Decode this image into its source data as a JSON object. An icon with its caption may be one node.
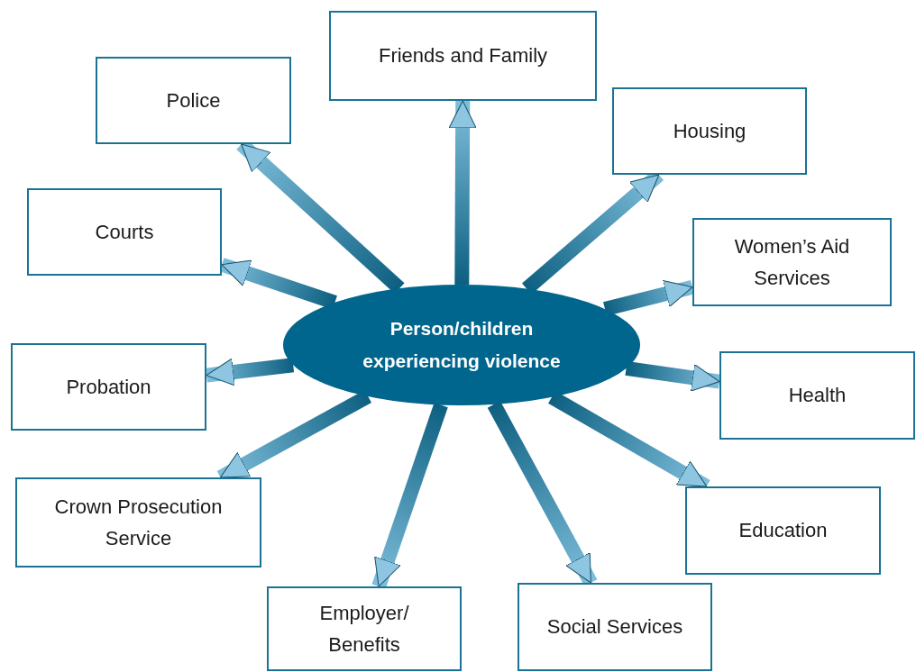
{
  "diagram": {
    "nodes": [
      {
        "text": [
          "Person/children experiencing violence"
        ]
      },
      {
        "text": [
          "Police"
        ]
      },
      {
        "text": [
          "Friends and Family"
        ]
      },
      {
        "text": [
          "Housing"
        ]
      },
      {
        "text": [
          "Courts"
        ]
      },
      {
        "text": [
          "Women’s Aid Services"
        ]
      },
      {
        "text": [
          "Probation"
        ]
      },
      {
        "text": [
          "Health"
        ]
      },
      {
        "text": [
          "Crown Prosecution Service"
        ]
      },
      {
        "text": [
          "Education"
        ]
      },
      {
        "text": [
          "Employer/ Benefits"
        ]
      },
      {
        "text": [
          "Social Services"
        ]
      }
    ],
    "edges": [
      {
        "from": 0,
        "to": 1,
        "arrow": "to"
      },
      {
        "from": 0,
        "to": 2,
        "arrow": "to"
      },
      {
        "from": 0,
        "to": 3,
        "arrow": "to"
      },
      {
        "from": 0,
        "to": 4,
        "arrow": "to"
      },
      {
        "from": 0,
        "to": 5,
        "arrow": "to"
      },
      {
        "from": 0,
        "to": 6,
        "arrow": "to"
      },
      {
        "from": 0,
        "to": 7,
        "arrow": "to"
      },
      {
        "from": 0,
        "to": 8,
        "arrow": "to"
      },
      {
        "from": 0,
        "to": 9,
        "arrow": "to"
      },
      {
        "from": 0,
        "to": 10,
        "arrow": "to"
      },
      {
        "from": 0,
        "to": 11,
        "arrow": "to"
      }
    ]
  }
}
